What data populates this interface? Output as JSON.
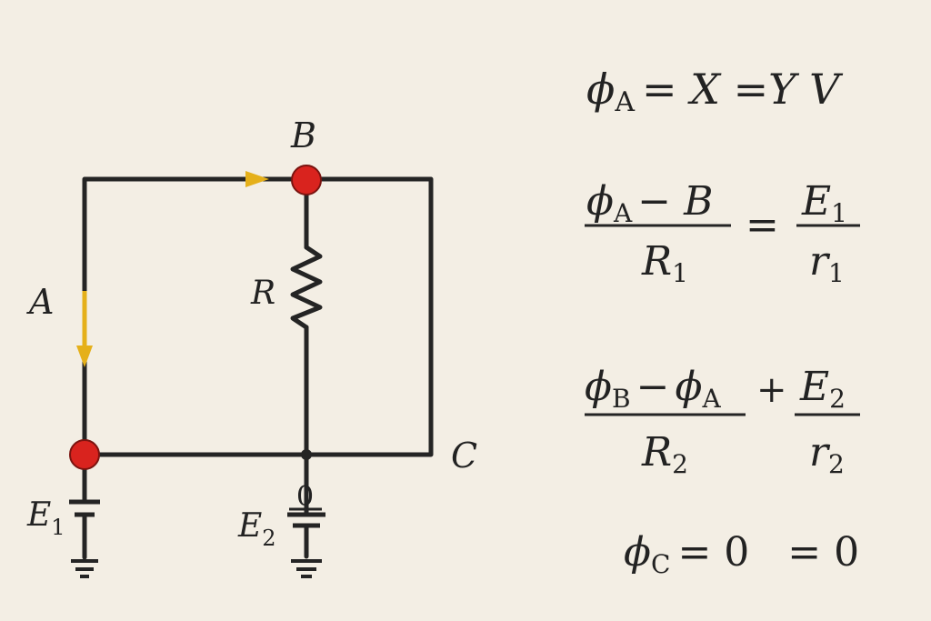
{
  "colors": {
    "background": "#f3eee4",
    "wire": "#242424",
    "node": "#d9231e",
    "arrow": "#e5b01a"
  },
  "labels": {
    "node_a": "A",
    "node_b": "B",
    "node_c": "C",
    "resistor": "R",
    "source_e1_sym": "E",
    "source_e1_sub": "1",
    "source_e2_sym": "E",
    "source_e2_sub": "2",
    "source_e2_value": "0"
  },
  "equations": {
    "eq1": {
      "phi": "ϕ",
      "sub": "A",
      "rest": "= X =Y V"
    },
    "eq2": {
      "num_phi": "ϕ",
      "num_sub": "A",
      "num_rest": "− B",
      "den": "R",
      "den_sub": "1",
      "equals": "=",
      "rhs_num": "E",
      "rhs_num_sub": "1",
      "rhs_den": "r",
      "rhs_den_sub": "1"
    },
    "eq3": {
      "num_phi1": "ϕ",
      "num_sub1": "B",
      "minus": "−",
      "num_phi2": "ϕ",
      "num_sub2": "A",
      "den": "R",
      "den_sub": "2",
      "plus": "+",
      "rhs_num": "E",
      "rhs_num_sub": "2",
      "rhs_den": "r",
      "rhs_den_sub": "2"
    },
    "eq4": {
      "phi": "ϕ",
      "sub": "C",
      "rest": "= 0   = 0"
    }
  }
}
